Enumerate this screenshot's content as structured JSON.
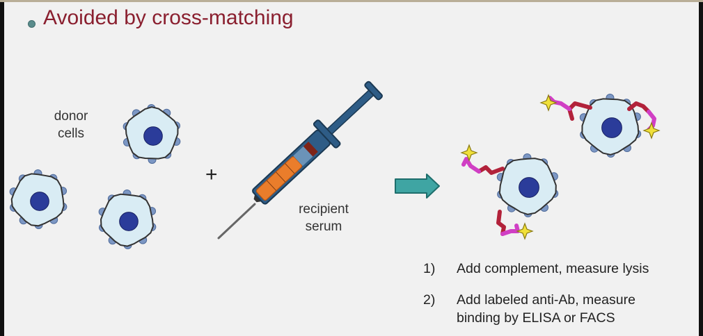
{
  "title": "Avoided by cross-matching",
  "labels": {
    "donor": "donor\ncells",
    "plus": "+",
    "recipient": "recipient\nserum"
  },
  "steps": [
    {
      "num": "1)",
      "text": "Add complement, measure lysis"
    },
    {
      "num": "2)",
      "text": "Add labeled anti-Ab, measure\nbinding by ELISA or FACS"
    }
  ],
  "colors": {
    "title": "#8a1f2f",
    "cell_fill": "#d9ecf4",
    "nucleus": "#2b3c9a",
    "surface_antigen": "#7c97c4",
    "arrow": "#3fa5a3",
    "antibody": "#b2223a",
    "anti_antibody": "#d03fc4",
    "label_star": "#f0e03a",
    "syringe_barrel": "#2e5c86",
    "serum": "#ea7d2b"
  },
  "icons": [
    "cell-icon",
    "syringe-icon",
    "arrow-right-icon",
    "antibody-icon",
    "star-label-icon"
  ]
}
